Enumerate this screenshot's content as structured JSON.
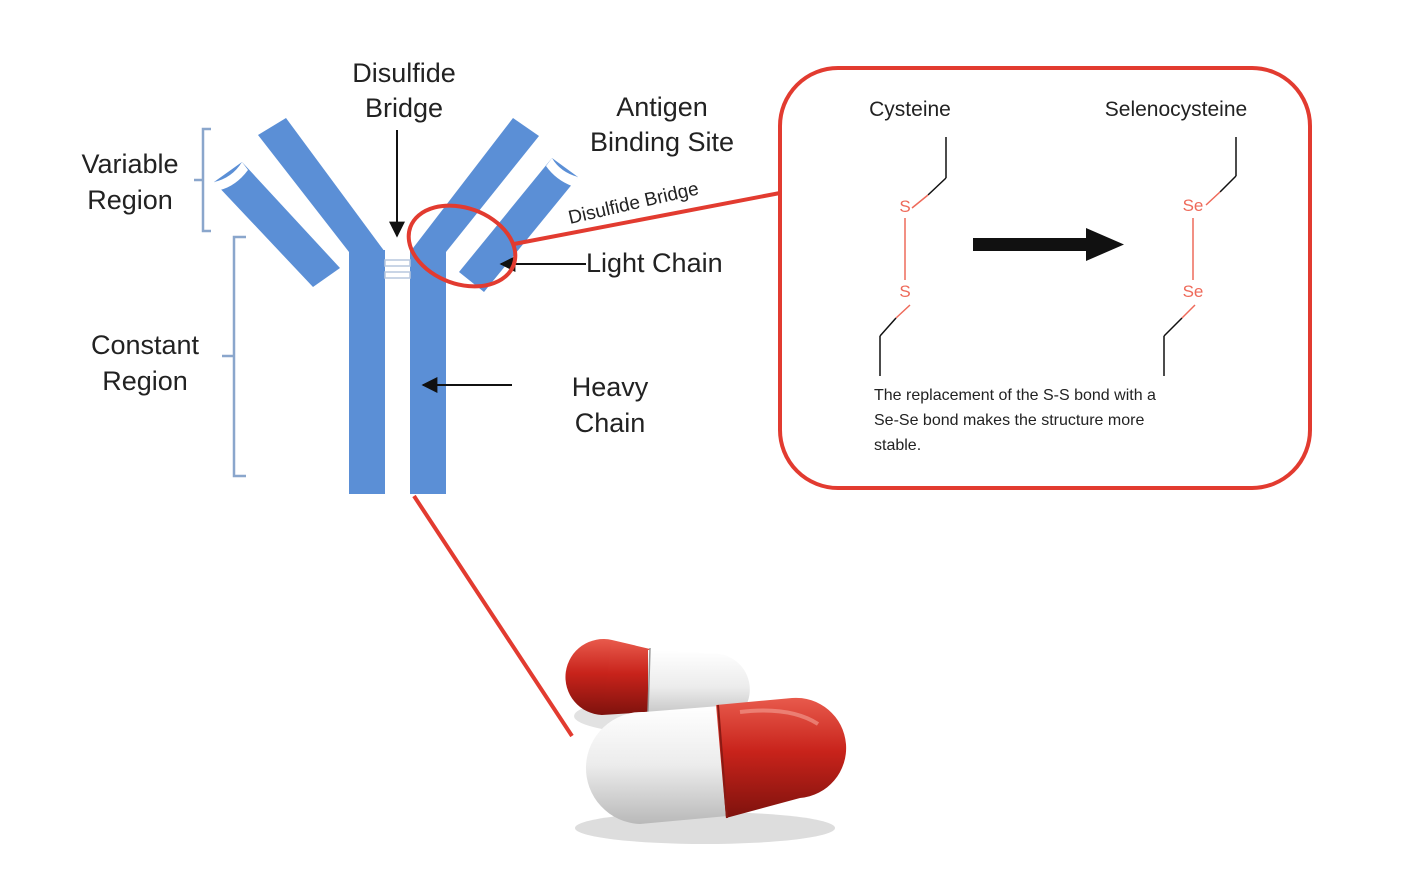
{
  "labels": {
    "disulfide_bridge_top_line1": "Disulfide",
    "disulfide_bridge_top_line2": "Bridge",
    "antigen_line1": "Antigen",
    "antigen_line2": "Binding Site",
    "variable_line1": "Variable",
    "variable_line2": "Region",
    "constant_line1": "Constant",
    "constant_line2": "Region",
    "light_chain": "Light Chain",
    "heavy_line1": "Heavy",
    "heavy_line2": "Chain",
    "disulfide_bridge_diag": "Disulfide Bridge"
  },
  "inset": {
    "cysteine": "Cysteine",
    "selenocysteine": "Selenocysteine",
    "atom_s": "S",
    "atom_se": "Se",
    "note_line1": "The replacement of the S-S bond with a",
    "note_line2": "Se-Se bond makes the structure more",
    "note_line3": "stable."
  },
  "colors": {
    "chain_blue": "#5b8fd6",
    "bracket_blue": "#8aa6cc",
    "highlight_red": "#e23b30",
    "atom_red": "#ee6a5a",
    "capsule_red": "#c8231b",
    "capsule_white": "#f2f2f2"
  },
  "icons": [
    "arrow-right-icon",
    "capsule-icon"
  ]
}
